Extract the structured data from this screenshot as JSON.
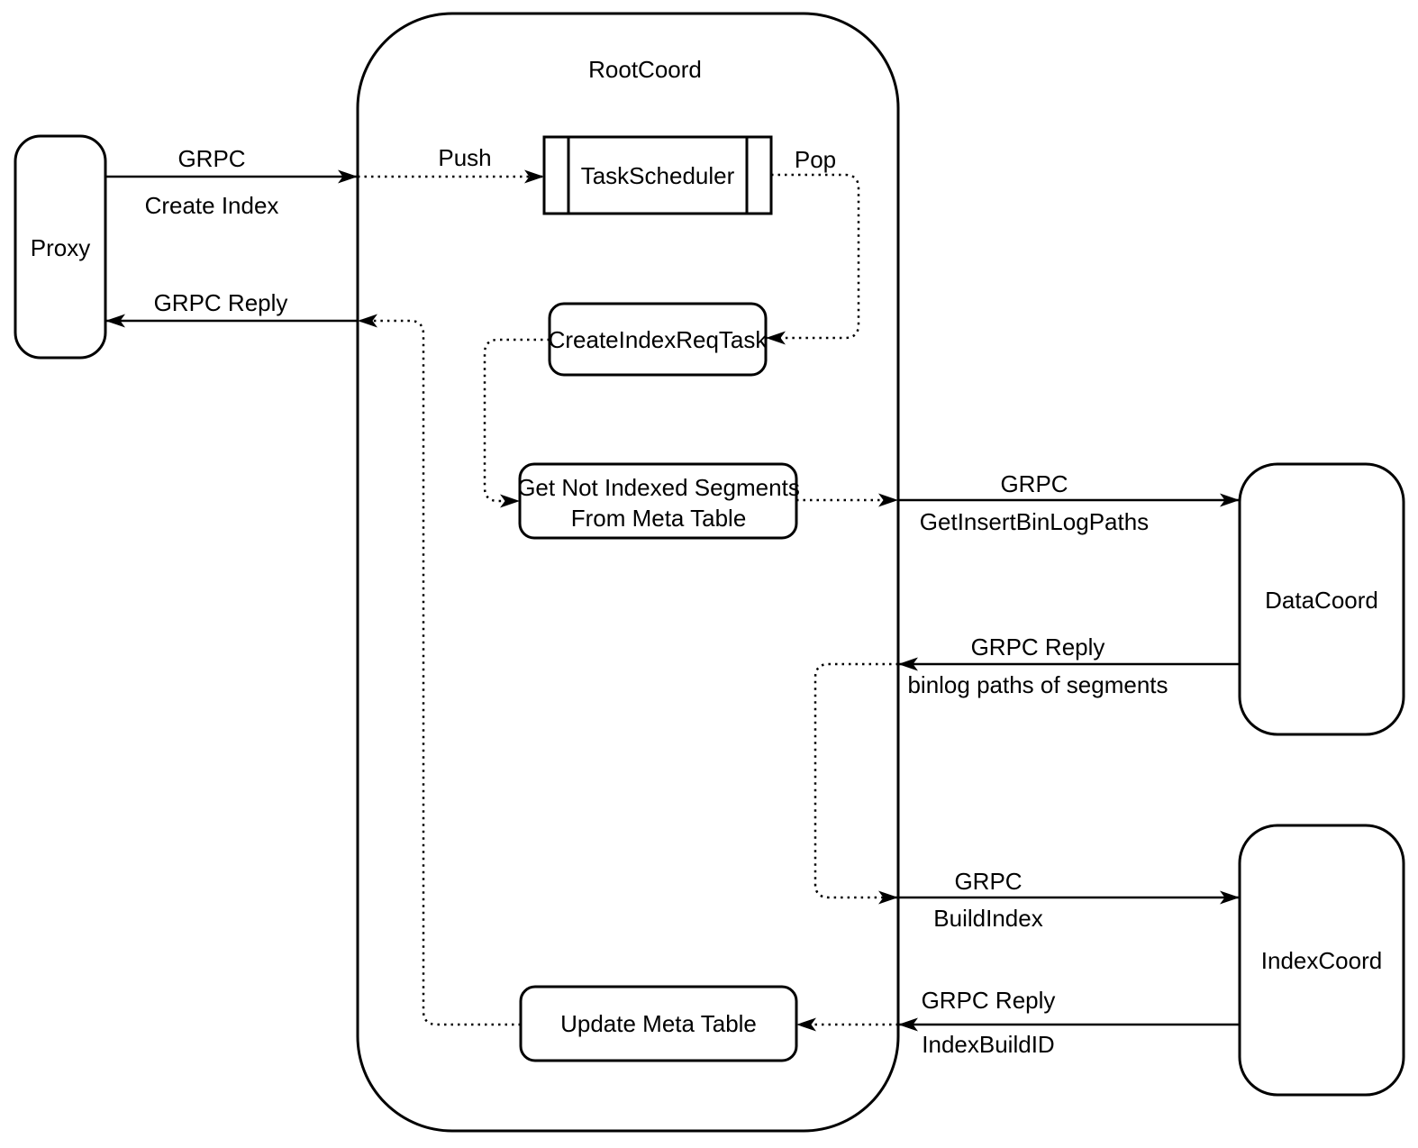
{
  "diagram": {
    "title": "Create Index flow between Proxy, RootCoord, DataCoord and IndexCoord",
    "colors": {
      "background": "#ffffff",
      "ink": "#000000"
    },
    "nodes": {
      "proxy": {
        "label": "Proxy"
      },
      "root_coord": {
        "label": "RootCoord"
      },
      "task_scheduler": {
        "label": "TaskScheduler"
      },
      "create_index_req_task": {
        "label": "CreateIndexReqTask"
      },
      "get_not_indexed_segments": {
        "line1": "Get Not Indexed Segments",
        "line2": "From Meta Table"
      },
      "update_meta_table": {
        "label": "Update Meta Table"
      },
      "data_coord": {
        "label": "DataCoord"
      },
      "index_coord": {
        "label": "IndexCoord"
      }
    },
    "edges": {
      "create_index": {
        "protocol": "GRPC",
        "method": "Create Index"
      },
      "push": {
        "label": "Push"
      },
      "pop": {
        "label": "Pop"
      },
      "get_insert_binlog_paths": {
        "protocol": "GRPC",
        "method": "GetInsertBinLogPaths"
      },
      "binlog_reply": {
        "protocol": "GRPC Reply",
        "method": "binlog paths of segments"
      },
      "build_index": {
        "protocol": "GRPC",
        "method": "BuildIndex"
      },
      "index_build_id_reply": {
        "protocol": "GRPC Reply",
        "method": "IndexBuildID"
      },
      "proxy_reply": {
        "protocol": "GRPC Reply"
      }
    }
  }
}
